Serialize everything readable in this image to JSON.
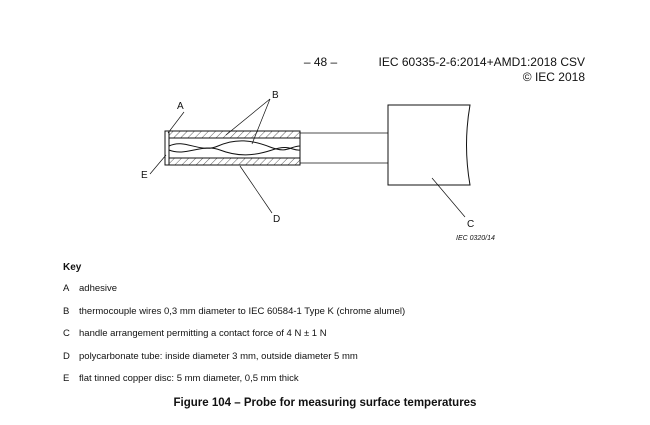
{
  "header": {
    "page_number": "– 48 –",
    "standard": "IEC 60335-2-6:2014+AMD1:2018 CSV",
    "copyright": "© IEC 2018"
  },
  "figure": {
    "callouts": {
      "a": "A",
      "b": "B",
      "c": "C",
      "d": "D",
      "e": "E"
    },
    "ref_code": "IEC   0320/14",
    "caption": "Figure 104 – Probe for measuring surface temperatures"
  },
  "key": {
    "title": "Key",
    "items": [
      {
        "letter": "A",
        "text": "adhesive"
      },
      {
        "letter": "B",
        "text": "thermocouple wires 0,3 mm diameter to IEC 60584-1 Type K (chrome alumel)"
      },
      {
        "letter": "C",
        "text": "handle arrangement permitting a contact force of 4 N ± 1 N"
      },
      {
        "letter": "D",
        "text": "polycarbonate tube: inside diameter 3 mm, outside diameter 5 mm"
      },
      {
        "letter": "E",
        "text": "flat tinned copper disc: 5 mm diameter, 0,5 mm thick"
      }
    ]
  }
}
